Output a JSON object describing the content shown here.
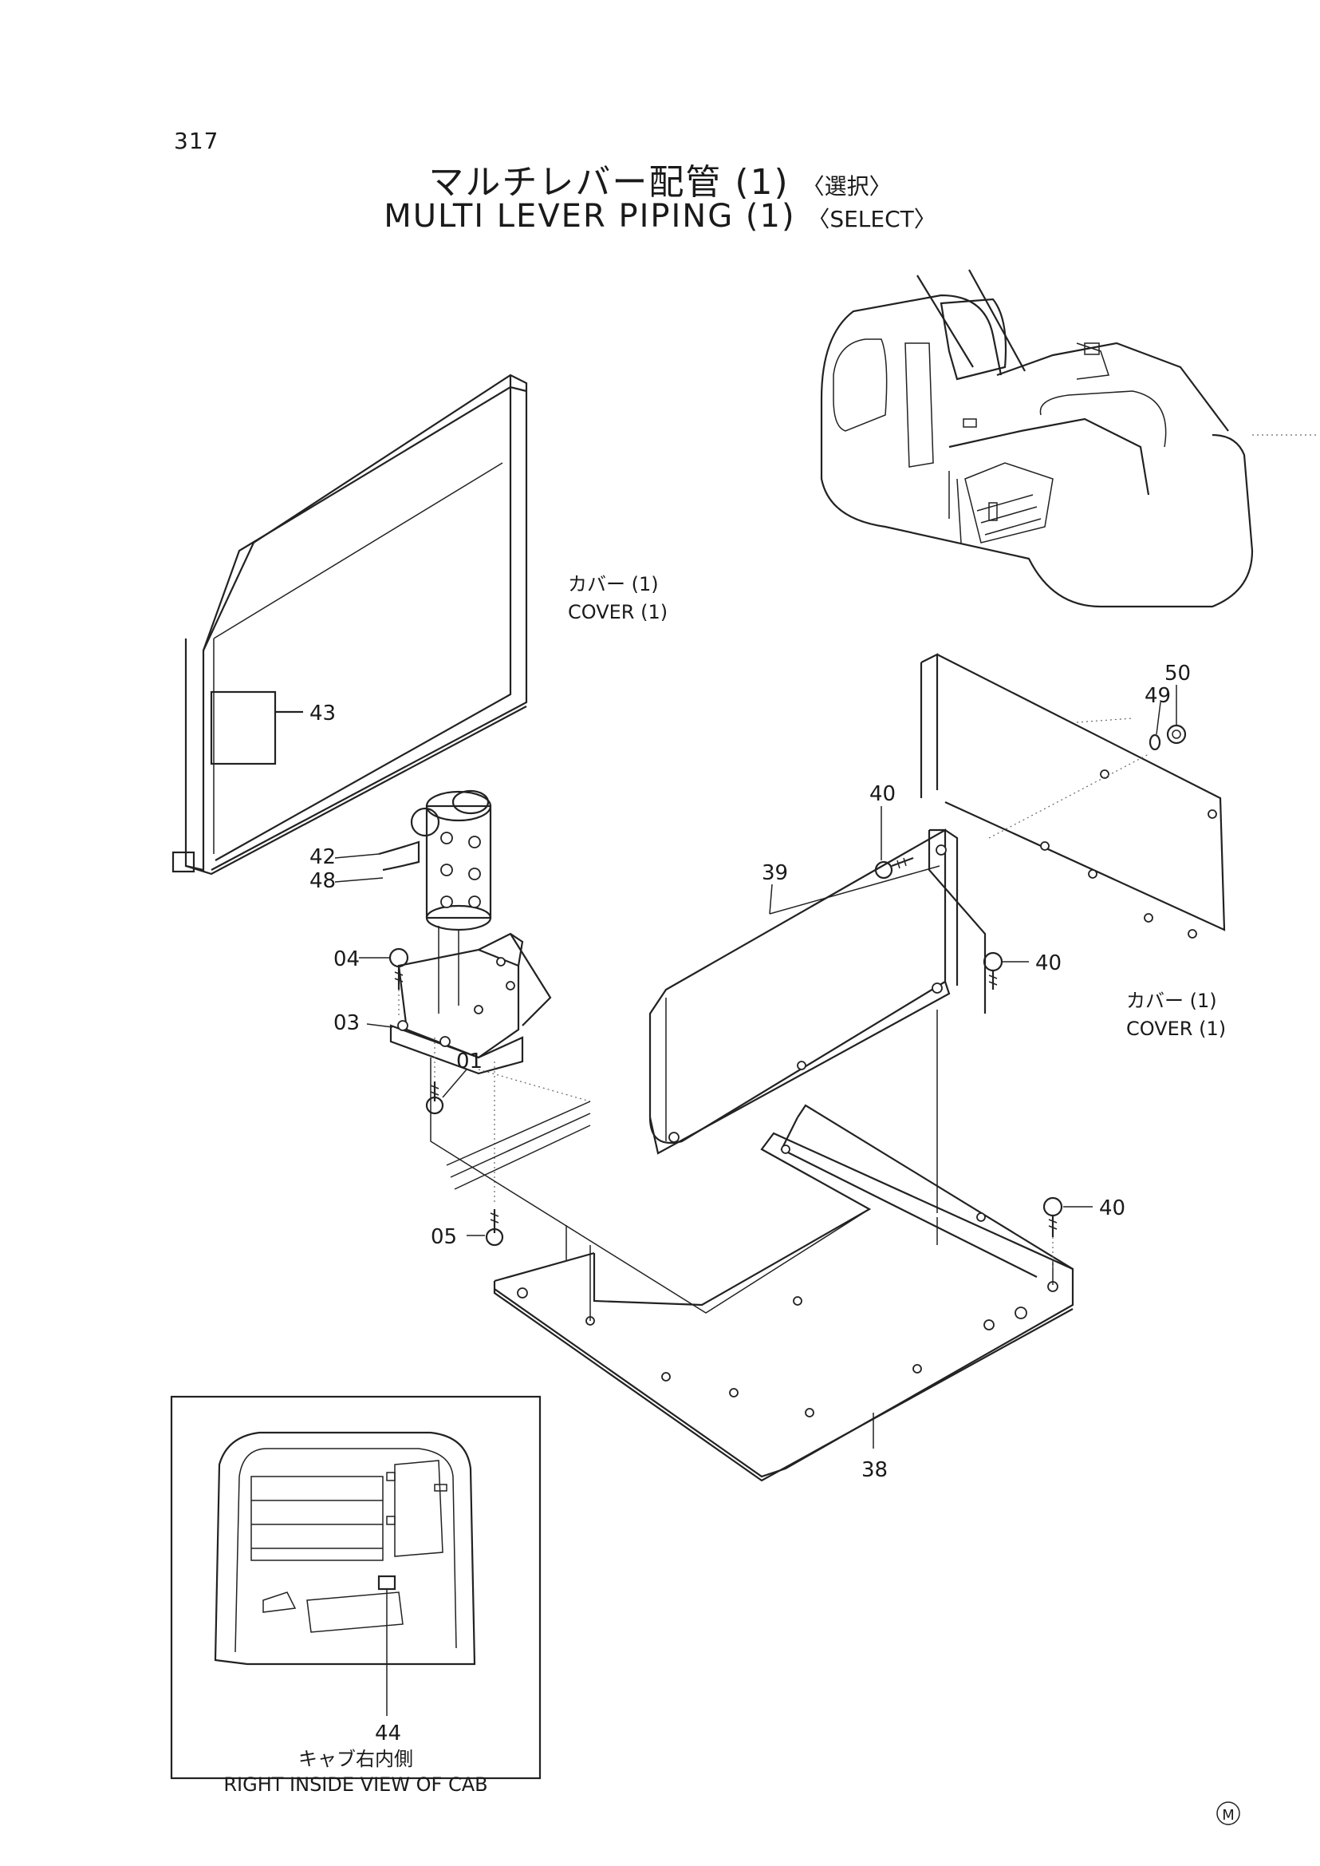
{
  "page_number": "317",
  "title": {
    "jp": "マルチレバー配管 (1)",
    "jp_note": "〈選択〉",
    "en": "MULTI LEVER PIPING (1)",
    "en_note": "〈SELECT〉"
  },
  "callouts": {
    "p01": "01",
    "p03": "03",
    "p04": "04",
    "p05": "05",
    "p38": "38",
    "p39": "39",
    "p40a": "40",
    "p40b": "40",
    "p40c": "40",
    "p42": "42",
    "p43": "43",
    "p44": "44",
    "p48": "48",
    "p49": "49",
    "p50": "50"
  },
  "labels": {
    "cover_left_jp": "カバー (1)",
    "cover_left_en": "COVER (1)",
    "cover_right_jp": "カバー (1)",
    "cover_right_en": "COVER (1)"
  },
  "inset": {
    "caption_jp": "キャブ右内側",
    "caption_en": "RIGHT INSIDE VIEW OF CAB"
  },
  "footer_mark": "M"
}
